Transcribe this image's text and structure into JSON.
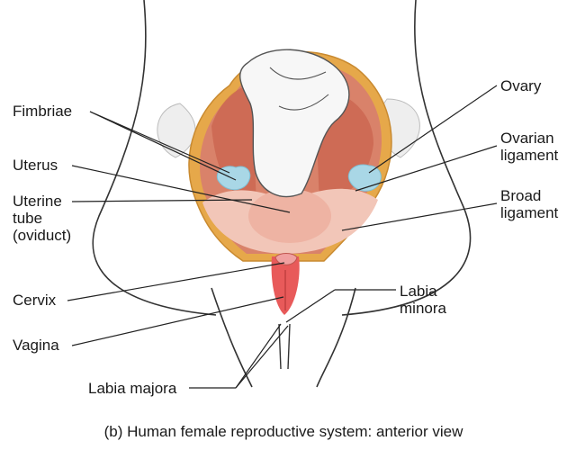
{
  "labels": {
    "fimbriae": "Fimbriae",
    "uterus": "Uterus",
    "uterine_tube_line1": "Uterine",
    "uterine_tube_line2": "tube",
    "uterine_tube_line3": "(oviduct)",
    "cervix": "Cervix",
    "vagina": "Vagina",
    "labia_majora": "Labia majora",
    "ovary": "Ovary",
    "ovarian_ligament_line1": "Ovarian",
    "ovarian_ligament_line2": "ligament",
    "broad_ligament_line1": "Broad",
    "broad_ligament_line2": "ligament",
    "labia_minora_line1": "Labia",
    "labia_minora_line2": "minora"
  },
  "caption": "(b) Human female reproductive system: anterior view",
  "colors": {
    "body_outline": "#333333",
    "cavity_rim": "#e6a84a",
    "tissue": "#d9826a",
    "tissue_dark": "#c45a43",
    "ligament": "#f2c6b8",
    "fimbriae": "#a9d7e6",
    "bladder": "#f7f7f7"
  }
}
